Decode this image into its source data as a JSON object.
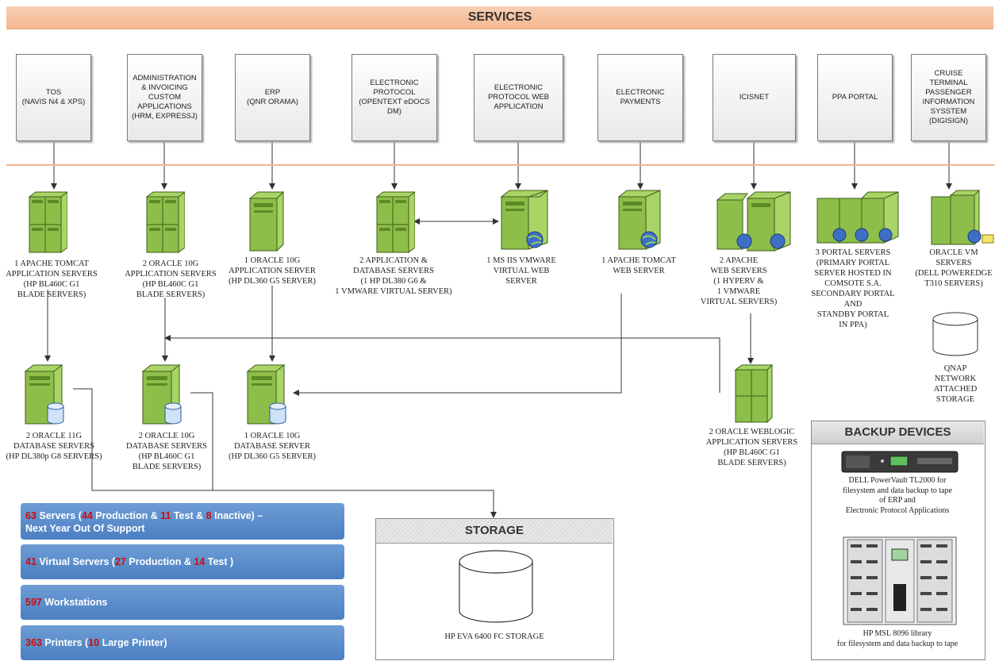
{
  "header": {
    "title": "SERVICES"
  },
  "services": [
    {
      "label": "TOS\n(NAVIS N4 & XPS)"
    },
    {
      "label": "ADMINISTRATION\n& INVOICING\nCUSTOM\nAPPLICATIONS\n(HRM, EXPRESSJ)"
    },
    {
      "label": "ERP\n(QNR ORAMA)"
    },
    {
      "label": "ELECTRONIC\nPROTOCOL\n(OPENTEXT eDOCS\nDM)"
    },
    {
      "label": "ELECTRONIC\nPROTOCOL WEB\nAPPLICATION"
    },
    {
      "label": "ELECTRONIC\nPAYMENTS"
    },
    {
      "label": "ICISNET"
    },
    {
      "label": "PPA PORTAL"
    },
    {
      "label": "CRUISE\nTERMINAL\nPASSENGER\nINFORMATION\nSYSSTEM\n(DIGISIGN)"
    }
  ],
  "app_servers": [
    {
      "caption": "1 APACHE TOMCAT\nAPPLICATION SERVERS\n(HP BL460C G1\nBLADE SERVERS)"
    },
    {
      "caption": "2 ORACLE 10G\nAPPLICATION SERVERS\n(HP BL460C G1\nBLADE SERVERS)"
    },
    {
      "caption": "1 ORACLE 10G\nAPPLICATION SERVER\n(HP DL360 G5 SERVER)"
    },
    {
      "caption": "2 APPLICATION &\nDATABASE SERVERS\n(1 HP DL380 G6 &\n1 VMWARE VIRTUAL SERVER)"
    },
    {
      "caption": "1 MS IIS VMWARE\nVIRTUAL WEB\nSERVER"
    },
    {
      "caption": "1 APACHE TOMCAT\nWEB SERVER"
    },
    {
      "caption": "2 APACHE\nWEB SERVERS\n(1 HYPERV &\n1 VMWARE\nVIRTUAL SERVERS)"
    },
    {
      "caption": "3 PORTAL SERVERS\n(PRIMARY PORTAL\nSERVER HOSTED IN\nCOMSOTE S.A.\nSECONDARY PORTAL\nAND\nSTANDBY PORTAL\nIN PPA)"
    },
    {
      "caption": "ORACLE VM\nSERVERS\n(DELL POWEREDGE\nT310 SERVERS)"
    }
  ],
  "db_servers": [
    {
      "caption": "2 ORACLE 11G\nDATABASE SERVERS\n(HP DL380p G8 SERVERS)"
    },
    {
      "caption": "2 ORACLE 10G\nDATABASE SERVERS\n(HP BL460C G1\nBLADE SERVERS)"
    },
    {
      "caption": "1 ORACLE 10G\nDATABASE SERVER\n(HP DL360 G5 SERVER)"
    },
    {
      "caption": "2 ORACLE WEBLOGIC\nAPPLICATION SERVERS\n(HP BL460C G1\nBLADE SERVERS)"
    }
  ],
  "qnap": {
    "caption": "QNAP\nNETWORK\nATTACHED\nSTORAGE"
  },
  "stats": {
    "servers": {
      "total": "63",
      "t1": " Servers  (",
      "production": "44",
      "t2": " Production & ",
      "test": "11",
      "t3": " Test  & ",
      "inactive": "8",
      "t4": " Inactive) –",
      "line2": "Next Year Out Of Support"
    },
    "virtual": {
      "total": "41",
      "t1": " Virtual Servers  (",
      "production": "27",
      "t2": " Production & ",
      "test": "14",
      "t3": " Test )"
    },
    "workstations": {
      "total": "597",
      "t1": " Workstations"
    },
    "printers": {
      "total": "363",
      "t1": " Printers (",
      "large": "10",
      "t2": " Large Printer)"
    }
  },
  "storage": {
    "title": "STORAGE",
    "caption": "HP EVA 6400 FC STORAGE"
  },
  "backup": {
    "title": "BACKUP DEVICES",
    "device1": "DELL PowerVault TL2000 for\nfilesystem and data backup to tape\nof ERP and\nElectronic Protocol Applications",
    "device2": "HP MSL 8096 library\nfor filesystem and data backup to tape"
  },
  "colors": {
    "server_green": "#8dbe4a",
    "banner": "#f6c3a1",
    "info_bar": "#5b8fce",
    "highlight_number": "#d10a0a"
  }
}
